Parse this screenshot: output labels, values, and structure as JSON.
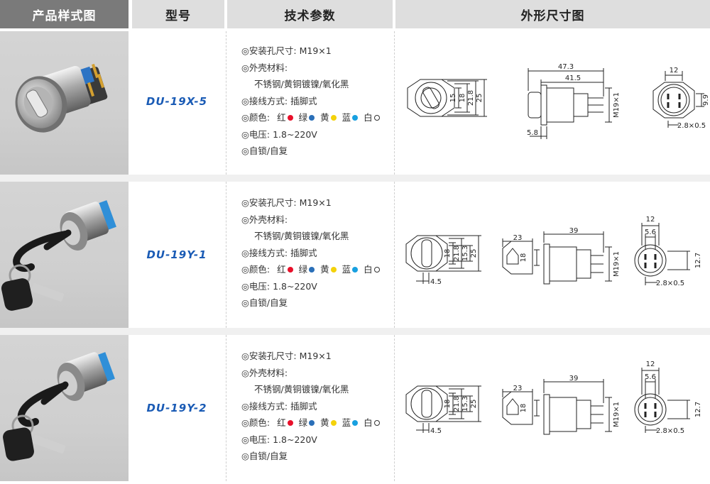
{
  "headers": {
    "style": "产品样式图",
    "model": "型号",
    "params": "技术参数",
    "outline": "外形尺寸图"
  },
  "colors": {
    "header_dark": "#7a7a7a",
    "header_light": "#dedede",
    "model_text": "#1a5bb5",
    "red": "#e8102a",
    "green": "#2a6fb8",
    "yellow": "#f4d20a",
    "blue": "#18a0e0"
  },
  "products": [
    {
      "model": "DU-19X-5",
      "specs": {
        "mount": "◎安装孔尺寸: M19×1",
        "shell_label": "◎外壳材料:",
        "shell_value": "不锈钢/黄铜镀镍/氧化黑",
        "wiring": "◎接线方式: 插脚式",
        "color_label": "◎颜色:",
        "c_red": "红",
        "c_green": "绿",
        "c_yellow": "黄",
        "c_blue": "蓝",
        "c_white": "白",
        "voltage": "◎电压: 1.8~220V",
        "mode": "◎自锁/自复"
      },
      "dims": {
        "front": [
          "15",
          "18",
          "21.8",
          "25"
        ],
        "side_total": "47.3",
        "side_body": "41.5",
        "side_flange": "5.8",
        "thread": "M19×1",
        "back_w": "12",
        "back_h": "9.9",
        "pin": "2.8×0.5"
      }
    },
    {
      "model": "DU-19Y-1",
      "specs": {
        "mount": "◎安装孔尺寸: M19×1",
        "shell_label": "◎外壳材料:",
        "shell_value": "不锈钢/黄铜镀镍/氧化黑",
        "wiring": "◎接线方式: 插脚式",
        "color_label": "◎颜色:",
        "c_red": "红",
        "c_green": "绿",
        "c_yellow": "黄",
        "c_blue": "蓝",
        "c_white": "白",
        "voltage": "◎电压: 1.8~220V",
        "mode": "◎自锁/自复"
      },
      "dims": {
        "front": [
          "18",
          "21.8",
          "15.3",
          "25"
        ],
        "front_w": "4.5",
        "key_w": "23",
        "key_h": "18",
        "body": "39",
        "thread": "M19×1",
        "back_w": "12",
        "back_inner": "5.6",
        "back_h": "12.7",
        "pin": "2.8×0.5"
      }
    },
    {
      "model": "DU-19Y-2",
      "specs": {
        "mount": "◎安装孔尺寸: M19×1",
        "shell_label": "◎外壳材料:",
        "shell_value": "不锈钢/黄铜镀镍/氧化黑",
        "wiring": "◎接线方式: 插脚式",
        "color_label": "◎颜色:",
        "c_red": "红",
        "c_green": "绿",
        "c_yellow": "黄",
        "c_blue": "蓝",
        "c_white": "白",
        "voltage": "◎电压: 1.8~220V",
        "mode": "◎自锁/自复"
      },
      "dims": {
        "front": [
          "18",
          "21.8",
          "15.3",
          "25"
        ],
        "front_w": "4.5",
        "key_w": "23",
        "key_h": "18",
        "body": "39",
        "thread": "M19×1",
        "back_w": "12",
        "back_inner": "5.6",
        "back_h": "12.7",
        "pin": "2.8×0.5"
      }
    }
  ]
}
